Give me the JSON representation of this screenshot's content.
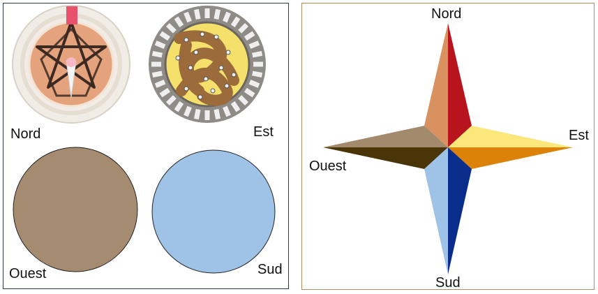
{
  "left_panel": {
    "labels": {
      "nord": "Nord",
      "est": "Est",
      "ouest": "Ouest",
      "sud": "Sud"
    },
    "colors": {
      "ouest_circle": "#a58b6f",
      "sud_circle": "#9fc3e6",
      "nord_badge_ring": "#f1ede6",
      "nord_badge_inner": "#e4a37c",
      "nord_badge_thread": "#3c2a22",
      "est_badge_ring": "#8f8b87",
      "est_badge_inner": "#f5e06b",
      "est_badge_knot": "#9b6b3b"
    },
    "icons": [
      "nord-dreamcatcher-badge-icon",
      "est-knot-badge-icon"
    ]
  },
  "right_panel": {
    "labels": {
      "nord": "Nord",
      "est": "Est",
      "ouest": "Ouest",
      "sud": "Sud"
    },
    "colors": {
      "north_left": "#d9915f",
      "north_right": "#b8141e",
      "east_top": "#fbe77a",
      "east_bottom": "#dd8208",
      "west_top": "#a38a6c",
      "west_bottom": "#4a3508",
      "south_left": "#9fc3e6",
      "south_right": "#0a2d8c"
    },
    "icons": [
      "compass-rose-icon"
    ]
  }
}
